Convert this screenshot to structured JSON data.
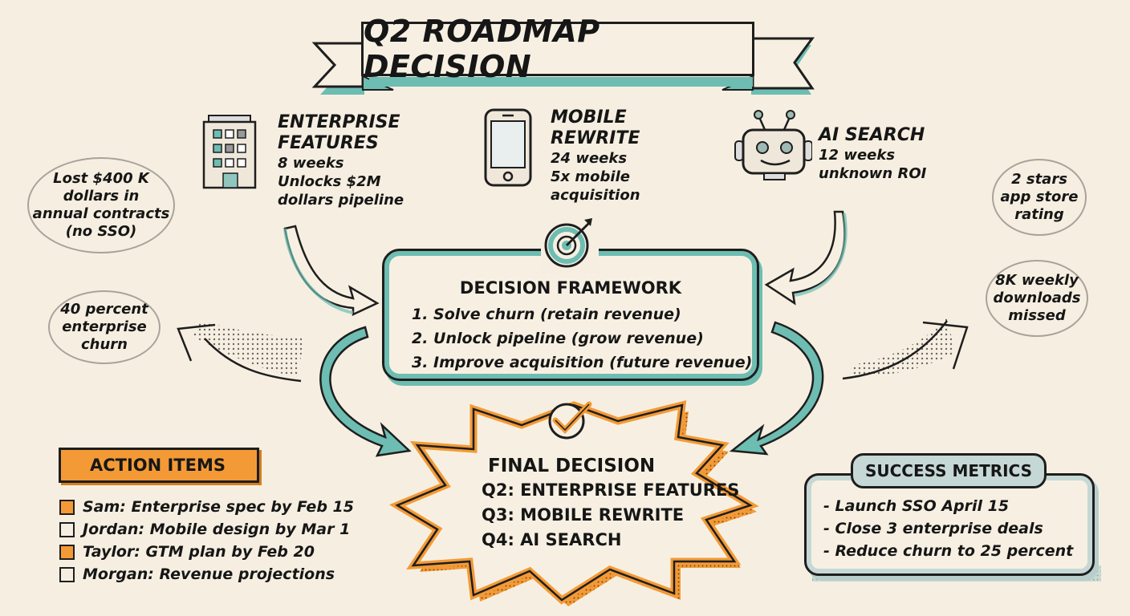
{
  "title": "Q2 ROADMAP DECISION",
  "options": [
    {
      "name_lines": [
        "ENTERPRISE",
        "FEATURES"
      ],
      "details": [
        "8 weeks",
        "Unlocks $2M",
        "dollars pipeline"
      ],
      "icon": "building-icon"
    },
    {
      "name_lines": [
        "MOBILE",
        "REWRITE"
      ],
      "details": [
        "24 weeks",
        "5x mobile",
        "acquisition"
      ],
      "icon": "smartphone-icon"
    },
    {
      "name_lines": [
        "AI SEARCH"
      ],
      "details": [
        "12 weeks",
        "unknown ROI"
      ],
      "icon": "robot-icon"
    }
  ],
  "left_notes": [
    {
      "lines": [
        "Lost $400 K",
        "dollars in",
        "annual contracts",
        "(no SSO)"
      ]
    },
    {
      "lines": [
        "40 percent",
        "enterprise",
        "churn"
      ]
    }
  ],
  "right_notes": [
    {
      "lines": [
        "2 stars",
        "app store",
        "rating"
      ]
    },
    {
      "lines": [
        "8K weekly",
        "downloads",
        "missed"
      ]
    }
  ],
  "framework": {
    "title": "DECISION FRAMEWORK",
    "icon": "target-icon",
    "items": [
      "1. Solve churn (retain revenue)",
      "2. Unlock pipeline (grow revenue)",
      "3. Improve acquisition (future revenue)"
    ]
  },
  "final_decision": {
    "title": "FINAL DECISION",
    "icon": "checkmark-icon",
    "items": [
      "Q2: ENTERPRISE FEATURES",
      "Q3: MOBILE REWRITE",
      "Q4: AI SEARCH"
    ]
  },
  "action_items": {
    "title": "ACTION ITEMS",
    "items": [
      {
        "text": "Sam: Enterprise spec by Feb 15",
        "checked": true
      },
      {
        "text": "Jordan: Mobile design by Mar 1",
        "checked": false
      },
      {
        "text": "Taylor: GTM plan by Feb 20",
        "checked": true
      },
      {
        "text": "Morgan: Revenue projections",
        "checked": false
      }
    ]
  },
  "success_metrics": {
    "title": "SUCCESS METRICS",
    "items": [
      "- Launch SSO April 15",
      "- Close 3 enterprise deals",
      "- Reduce churn to 25 percent"
    ]
  },
  "colors": {
    "background": "#f6efe1",
    "teal": "#6dbdb2",
    "orange": "#f39a36",
    "ink": "#1e1e1e",
    "note_circle": "#a8a29a",
    "metrics_fill": "#c6d8d5"
  }
}
